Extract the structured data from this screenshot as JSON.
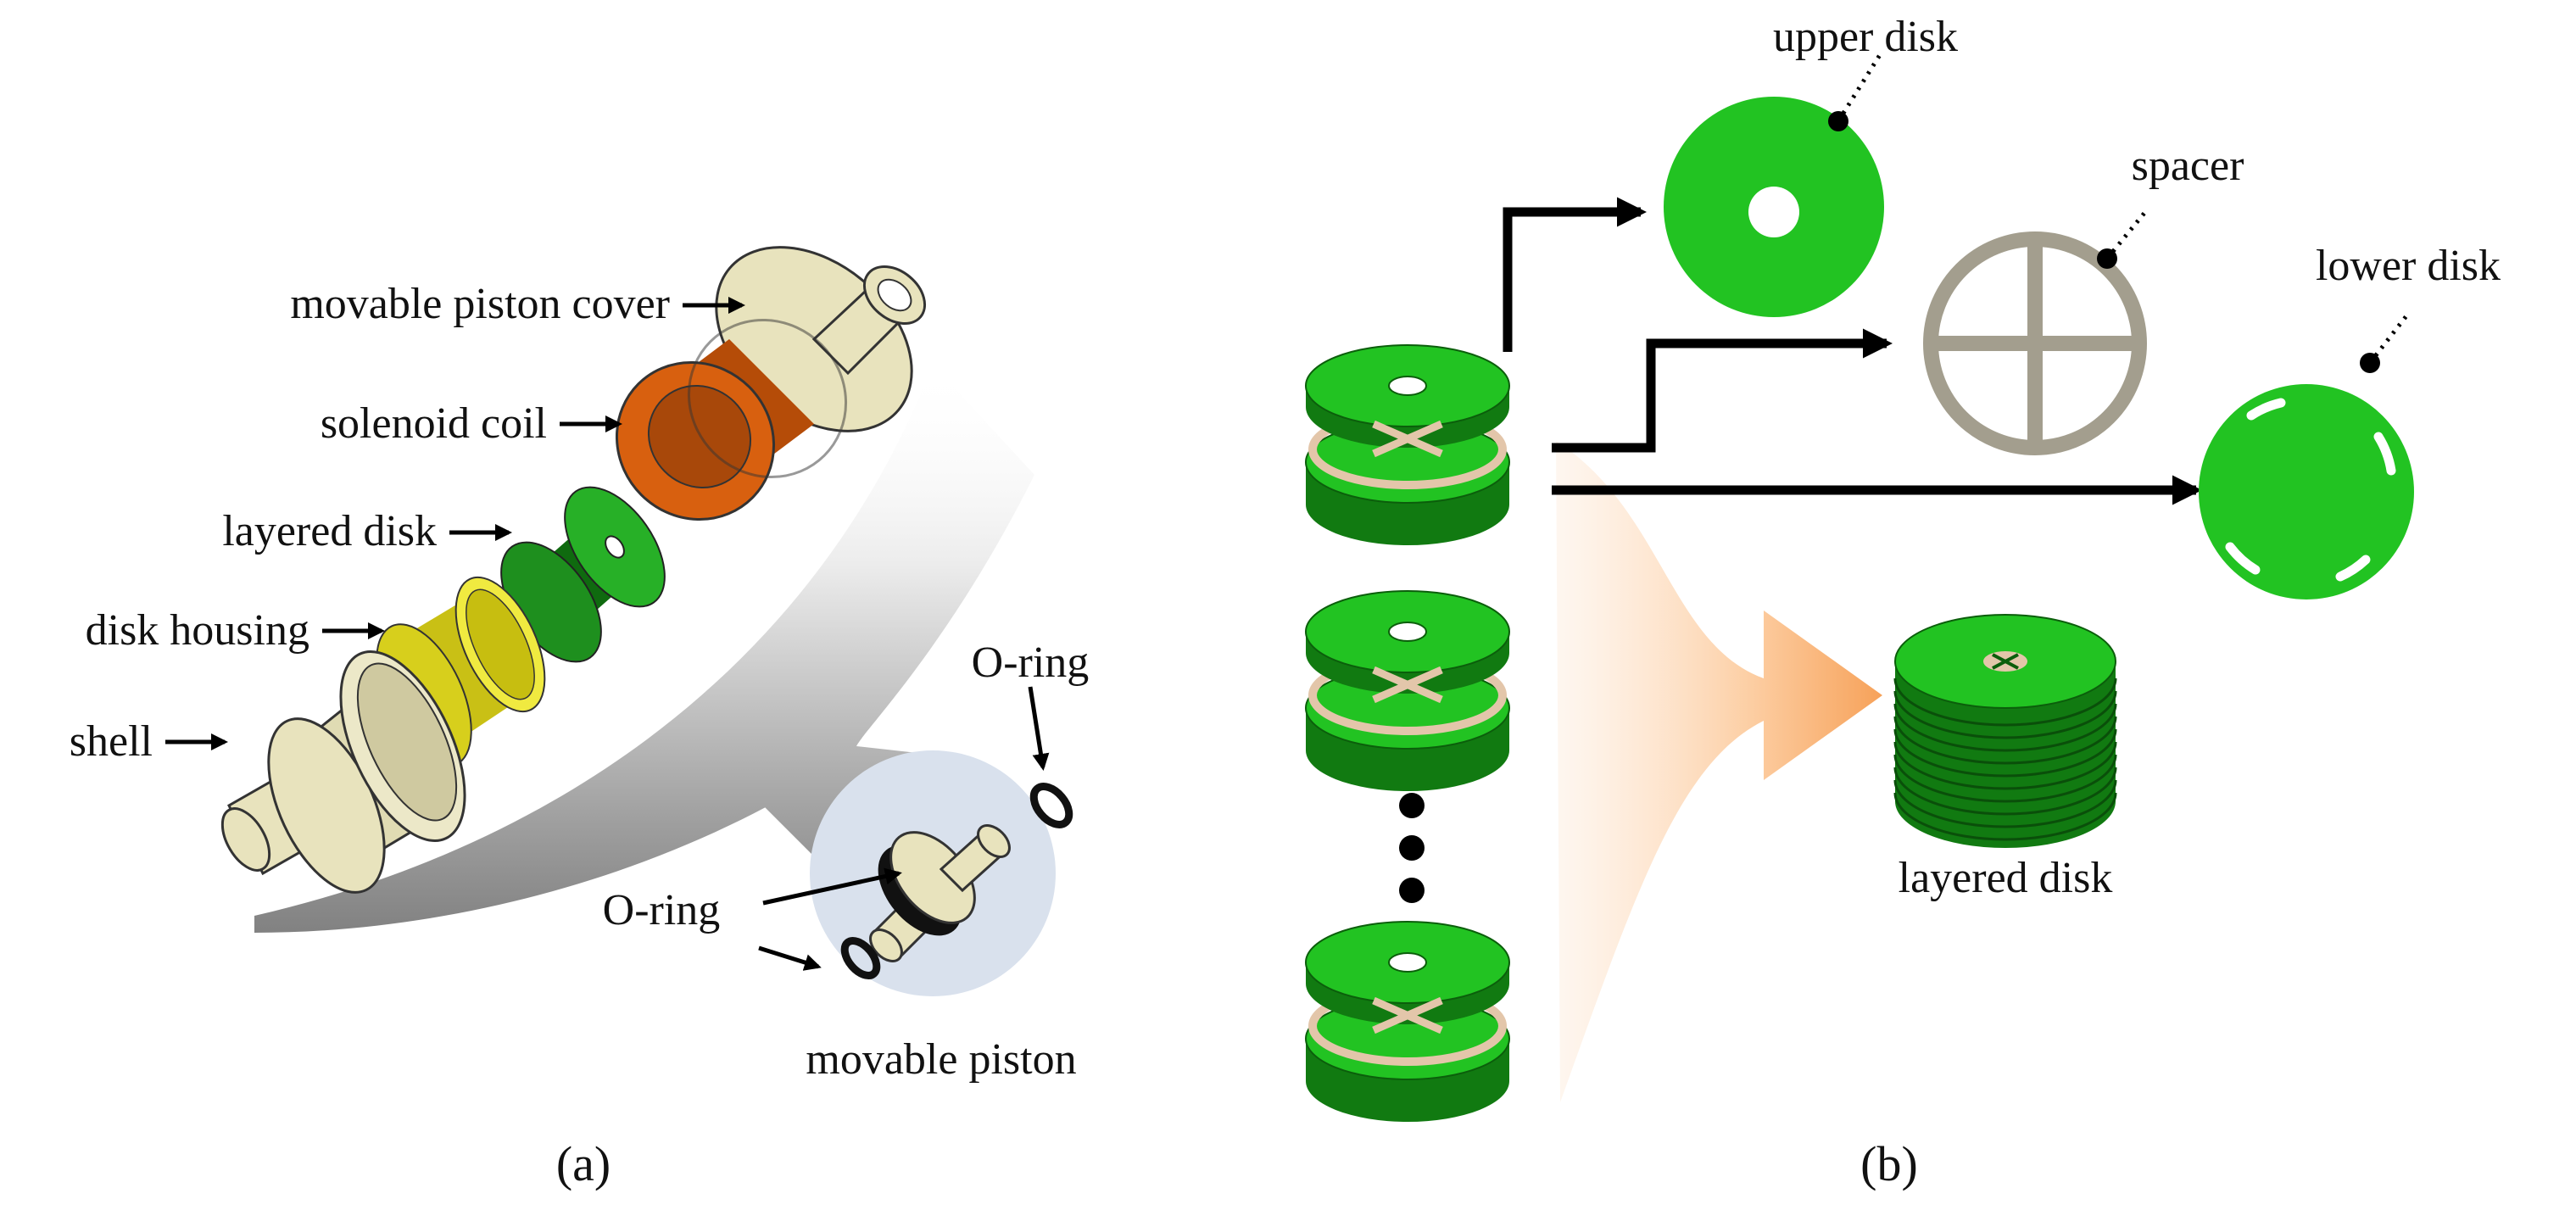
{
  "panel_a": {
    "caption": "(a)",
    "labels": {
      "piston_cover": "movable piston cover",
      "solenoid_coil": "solenoid coil",
      "layered_disk": "layered disk",
      "disk_housing": "disk housing",
      "shell": "shell",
      "o_ring_upper": "O-ring",
      "o_ring_lower": "O-ring",
      "movable_piston": "movable piston"
    }
  },
  "panel_b": {
    "caption": "(b)",
    "labels": {
      "upper_disk": "upper disk",
      "spacer": "spacer",
      "lower_disk": "lower disk",
      "layered_disk": "layered disk"
    }
  },
  "colors": {
    "disk_green": "#22c322",
    "disk_green_dark": "#117a11",
    "spacer_beige": "#e3c6aa",
    "spacer_gray": "#a39e8e",
    "coil_orange": "#d8600f",
    "housing_yellow": "#e6e02a",
    "shell_cream": "#e8e3bd",
    "orange_arrow": "#f5a55c",
    "piston_circle": "#d9e1ed"
  }
}
